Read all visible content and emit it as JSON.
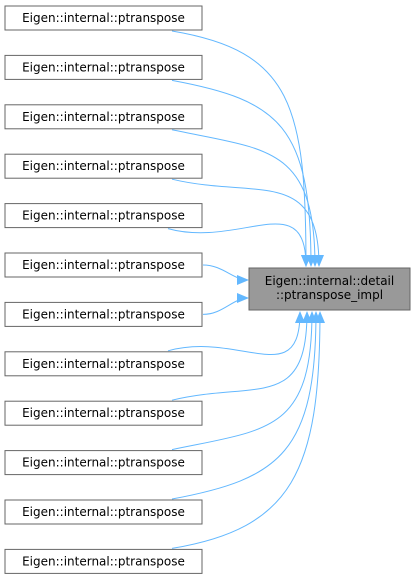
{
  "diagram": {
    "type": "call-graph",
    "target": {
      "lines": [
        "Eigen::internal::detail",
        "::ptranspose_impl"
      ],
      "fill": "#999999",
      "border": "#666666"
    },
    "callers": [
      {
        "label": "Eigen::internal::ptranspose"
      },
      {
        "label": "Eigen::internal::ptranspose"
      },
      {
        "label": "Eigen::internal::ptranspose"
      },
      {
        "label": "Eigen::internal::ptranspose"
      },
      {
        "label": "Eigen::internal::ptranspose"
      },
      {
        "label": "Eigen::internal::ptranspose"
      },
      {
        "label": "Eigen::internal::ptranspose"
      },
      {
        "label": "Eigen::internal::ptranspose"
      },
      {
        "label": "Eigen::internal::ptranspose"
      },
      {
        "label": "Eigen::internal::ptranspose"
      },
      {
        "label": "Eigen::internal::ptranspose"
      },
      {
        "label": "Eigen::internal::ptranspose"
      }
    ],
    "node_fill": "#ffffff",
    "node_border": "#666666",
    "edge_color": "#63b8ff"
  }
}
